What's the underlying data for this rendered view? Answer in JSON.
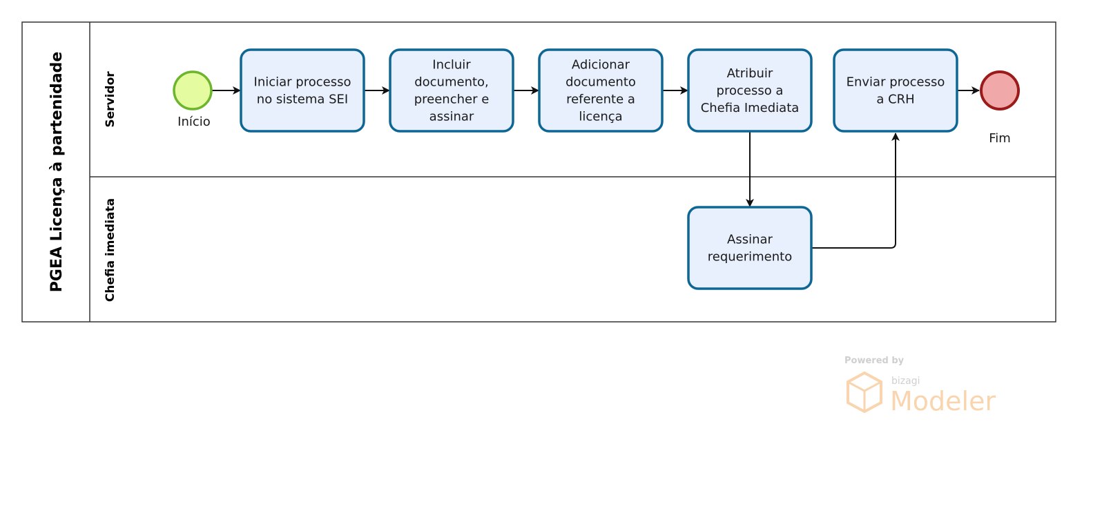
{
  "pool": {
    "title": "PGEA Licença à partenidade"
  },
  "lanes": [
    {
      "id": "servidor",
      "title": "Servidor"
    },
    {
      "id": "chefia",
      "title": "Chefia imediata"
    }
  ],
  "events": {
    "start": {
      "label": "Início",
      "fill": "#e5fba0",
      "stroke": "#6cb52d"
    },
    "end": {
      "label": "Fim",
      "fill": "#f0a8a8",
      "stroke": "#9b1b1b"
    }
  },
  "tasks": [
    {
      "id": "t1",
      "lines": [
        "Iniciar processo",
        "no sistema SEI"
      ]
    },
    {
      "id": "t2",
      "lines": [
        "Incluir",
        "documento,",
        "preencher e",
        "assinar"
      ]
    },
    {
      "id": "t3",
      "lines": [
        "Adicionar",
        "documento",
        "referente a",
        "licença"
      ]
    },
    {
      "id": "t4",
      "lines": [
        "Atribuir",
        "processo a",
        "Chefia Imediata"
      ]
    },
    {
      "id": "t5",
      "lines": [
        "Enviar processo",
        "a CRH"
      ]
    },
    {
      "id": "t6",
      "lines": [
        "Assinar",
        "requerimento"
      ]
    }
  ],
  "watermark": {
    "powered": "Powered by",
    "brand": "bizagi",
    "product": "Modeler"
  }
}
